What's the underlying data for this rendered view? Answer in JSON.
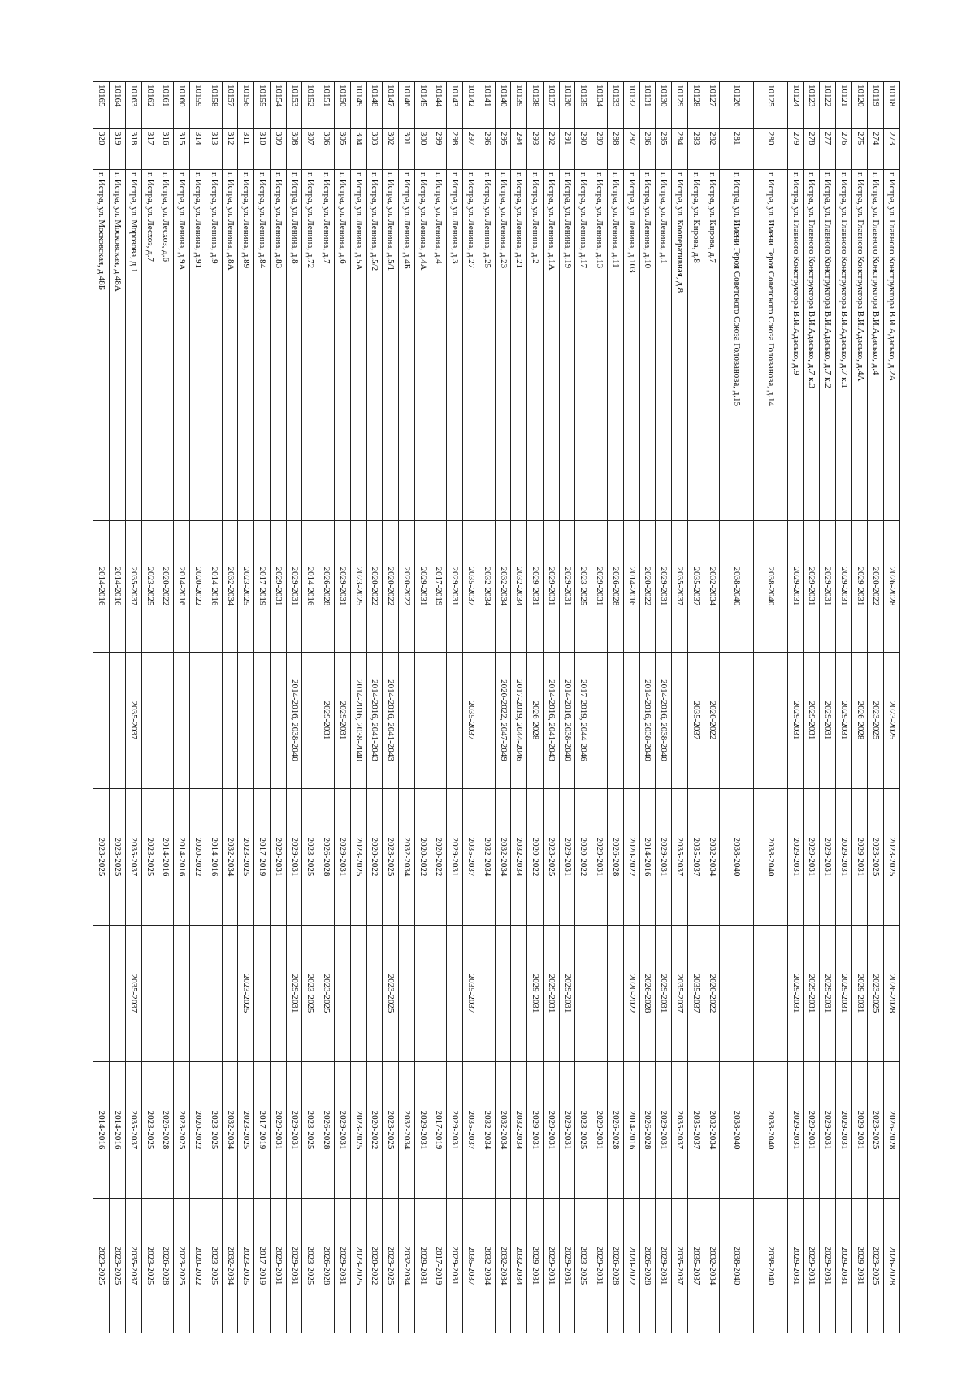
{
  "rows": [
    [
      "10118",
      "273",
      "г. Истра, ул. Главного Конструктора В.И.Адасько, д.2А",
      "2026-2028",
      "2023-2025",
      "2023-2025",
      "2026-2028",
      "2026-2028",
      "2026-2028"
    ],
    [
      "10119",
      "274",
      "г. Истра, ул. Главного Конструктора В.И.Адасько, д.4",
      "2020-2022",
      "2023-2025",
      "2023-2025",
      "2023-2025",
      "2023-2025",
      "2023-2025"
    ],
    [
      "10120",
      "275",
      "г. Истра, ул. Главного Конструктора В.И.Адасько, д.4А",
      "2029-2031",
      "2026-2028",
      "2029-2031",
      "2029-2031",
      "2029-2031",
      "2029-2031"
    ],
    [
      "10121",
      "276",
      "г. Истра, ул. Главного Конструктора В.И.Адасько, д.7 к.1",
      "2029-2031",
      "2029-2031",
      "2029-2031",
      "2029-2031",
      "2029-2031",
      "2029-2031"
    ],
    [
      "10122",
      "277",
      "г. Истра, ул. Главного Конструктора В.И.Адасько, д.7 к.2",
      "2029-2031",
      "2029-2031",
      "2029-2031",
      "2029-2031",
      "2029-2031",
      "2029-2031"
    ],
    [
      "10123",
      "278",
      "г. Истра, ул. Главного Конструктора В.И.Адасько, д.7 к.3",
      "2029-2031",
      "2029-2031",
      "2029-2031",
      "2029-2031",
      "2029-2031",
      "2029-2031"
    ],
    [
      "10124",
      "279",
      "г. Истра, ул. Главного Конструктора В.И.Адасько, д.9",
      "2029-2031",
      "2029-2031",
      "2029-2031",
      "2029-2031",
      "2029-2031",
      "2029-2031"
    ],
    [
      "10125",
      "280",
      "г. Истра, ул. Имени Героя Советского Союза Голованова, д.14",
      "2038-2040",
      "",
      "2038-2040",
      "",
      "2038-2040",
      "2038-2040"
    ],
    [
      "10126",
      "281",
      "г. Истра, ул. Имени Героя Советского Союза Голованова, д.15",
      "2038-2040",
      "",
      "2038-2040",
      "",
      "2038-2040",
      "2038-2040"
    ],
    [
      "10127",
      "282",
      "г. Истра, ул. Кирова, д.7",
      "2032-2034",
      "2020-2022",
      "2032-2034",
      "2020-2022",
      "2032-2034",
      "2032-2034"
    ],
    [
      "10128",
      "283",
      "г. Истра, ул. Кирова, д.8",
      "2035-2037",
      "2035-2037",
      "2035-2037",
      "2035-2037",
      "2035-2037",
      "2035-2037"
    ],
    [
      "10129",
      "284",
      "г. Истра, ул. Кооперативная, д.8",
      "2035-2037",
      "",
      "2035-2037",
      "2035-2037",
      "2035-2037",
      "2035-2037"
    ],
    [
      "10130",
      "285",
      "г. Истра, ул. Ленина, д.1",
      "2029-2031",
      "2014-2016, 2038-2040",
      "2029-2031",
      "2029-2031",
      "2029-2031",
      "2029-2031"
    ],
    [
      "10131",
      "286",
      "г. Истра, ул. Ленина, д.10",
      "2020-2022",
      "2014-2016, 2038-2040",
      "2014-2016",
      "2026-2028",
      "2026-2028",
      "2026-2028"
    ],
    [
      "10132",
      "287",
      "г. Истра, ул. Ленина, д.103",
      "2014-2016",
      "",
      "2020-2022",
      "2020-2022",
      "2014-2016",
      "2020-2022"
    ],
    [
      "10133",
      "288",
      "г. Истра, ул. Ленина, д.11",
      "2026-2028",
      "",
      "2026-2028",
      "",
      "2026-2028",
      "2026-2028"
    ],
    [
      "10134",
      "289",
      "г. Истра, ул. Ленина, д.13",
      "2029-2031",
      "",
      "2029-2031",
      "",
      "2029-2031",
      "2029-2031"
    ],
    [
      "10135",
      "290",
      "г. Истра, ул. Ленина, д.17",
      "2023-2025",
      "2017-2019, 2044-2046",
      "2020-2022",
      "",
      "2023-2025",
      "2023-2025"
    ],
    [
      "10136",
      "291",
      "г. Истра, ул. Ленина, д.19",
      "2029-2031",
      "2014-2016, 2038-2040",
      "2029-2031",
      "2029-2031",
      "2029-2031",
      "2029-2031"
    ],
    [
      "10137",
      "292",
      "г. Истра, ул. Ленина, д.1А",
      "2029-2031",
      "2014-2016, 2041-2043",
      "2023-2025",
      "2029-2031",
      "2029-2031",
      "2029-2031"
    ],
    [
      "10138",
      "293",
      "г. Истра, ул. Ленина, д.2",
      "2029-2031",
      "2026-2028",
      "2020-2022",
      "2029-2031",
      "2029-2031",
      "2029-2031"
    ],
    [
      "10139",
      "294",
      "г. Истра, ул. Ленина, д.21",
      "2032-2034",
      "2017-2019, 2044-2046",
      "2032-2034",
      "",
      "2032-2034",
      "2032-2034"
    ],
    [
      "10140",
      "295",
      "г. Истра, ул. Ленина, д.23",
      "2032-2034",
      "2020-2022, 2047-2049",
      "2032-2034",
      "",
      "2032-2034",
      "2032-2034"
    ],
    [
      "10141",
      "296",
      "г. Истра, ул. Ленина, д.25",
      "2032-2034",
      "",
      "2032-2034",
      "",
      "2032-2034",
      "2032-2034"
    ],
    [
      "10142",
      "297",
      "г. Истра, ул. Ленина, д.27",
      "2035-2037",
      "2035-2037",
      "2035-2037",
      "2035-2037",
      "2035-2037",
      "2035-2037"
    ],
    [
      "10143",
      "298",
      "г. Истра, ул. Ленина, д.3",
      "2029-2031",
      "",
      "2029-2031",
      "",
      "2029-2031",
      "2029-2031"
    ],
    [
      "10144",
      "299",
      "г. Истра, ул. Ленина, д.4",
      "2017-2019",
      "",
      "2020-2022",
      "",
      "2017-2019",
      "2017-2019"
    ],
    [
      "10145",
      "300",
      "г. Истра, ул. Ленина, д.4А",
      "2029-2031",
      "",
      "2020-2022",
      "",
      "2029-2031",
      "2029-2031"
    ],
    [
      "10146",
      "301",
      "г. Истра, ул. Ленина, д.4Б",
      "2020-2022",
      "",
      "2032-2034",
      "",
      "2032-2034",
      "2032-2034"
    ],
    [
      "10147",
      "302",
      "г. Истра, ул. Ленина, д.5/1",
      "2020-2022",
      "2014-2016, 2041-2043",
      "2023-2025",
      "2023-2025",
      "2023-2025",
      "2023-2025"
    ],
    [
      "10148",
      "303",
      "г. Истра, ул. Ленина, д.5/2",
      "2020-2022",
      "2014-2016, 2041-2043",
      "2020-2022",
      "",
      "2020-2022",
      "2020-2022"
    ],
    [
      "10149",
      "304",
      "г. Истра, ул. Ленина, д.5А",
      "2023-2025",
      "2014-2016, 2038-2040",
      "2023-2025",
      "",
      "2023-2025",
      "2023-2025"
    ],
    [
      "10150",
      "305",
      "г. Истра, ул. Ленина, д.6",
      "2029-2031",
      "2029-2031",
      "2029-2031",
      "",
      "2029-2031",
      "2029-2031"
    ],
    [
      "10151",
      "306",
      "г. Истра, ул. Ленина, д.7",
      "2026-2028",
      "2029-2031",
      "2026-2028",
      "2023-2025",
      "2026-2028",
      "2026-2028"
    ],
    [
      "10152",
      "307",
      "г. Истра, ул. Ленина, д.72",
      "2014-2016",
      "",
      "2023-2025",
      "2023-2025",
      "2023-2025",
      "2023-2025"
    ],
    [
      "10153",
      "308",
      "г. Истра, ул. Ленина, д.8",
      "2029-2031",
      "2014-2016, 2038-2040",
      "2029-2031",
      "2029-2031",
      "2029-2031",
      "2029-2031"
    ],
    [
      "10154",
      "309",
      "г. Истра, ул. Ленина, д.83",
      "2029-2031",
      "",
      "2029-2031",
      "",
      "2029-2031",
      "2029-2031"
    ],
    [
      "10155",
      "310",
      "г. Истра, ул. Ленина, д.84",
      "2017-2019",
      "",
      "2017-2019",
      "",
      "2017-2019",
      "2017-2019"
    ],
    [
      "10156",
      "311",
      "г. Истра, ул. Ленина, д.89",
      "2023-2025",
      "",
      "2023-2025",
      "2023-2025",
      "2023-2025",
      "2023-2025"
    ],
    [
      "10157",
      "312",
      "г. Истра, ул. Ленина, д.8А",
      "2032-2034",
      "",
      "2032-2034",
      "",
      "2032-2034",
      "2032-2034"
    ],
    [
      "10158",
      "313",
      "г. Истра, ул. Ленина, д.9",
      "2014-2016",
      "",
      "2014-2016",
      "",
      "2023-2025",
      "2023-2025"
    ],
    [
      "10159",
      "314",
      "г. Истра, ул. Ленина, д.91",
      "2020-2022",
      "",
      "2020-2022",
      "",
      "2020-2022",
      "2020-2022"
    ],
    [
      "10160",
      "315",
      "г. Истра, ул. Ленина, д.9А",
      "2014-2016",
      "",
      "2014-2016",
      "",
      "2023-2025",
      "2023-2025"
    ],
    [
      "10161",
      "316",
      "г. Истра, ул. Лесхоз, д.6",
      "2020-2022",
      "",
      "2014-2016",
      "",
      "2026-2028",
      "2026-2028"
    ],
    [
      "10162",
      "317",
      "г. Истра, ул. Лесхоз, д.7",
      "2023-2025",
      "",
      "2023-2025",
      "",
      "2023-2025",
      "2023-2025"
    ],
    [
      "10163",
      "318",
      "г. Истра, ул. Морозова, д.1",
      "2035-2037",
      "2035-2037",
      "2035-2037",
      "2035-2037",
      "2035-2037",
      "2035-2037"
    ],
    [
      "10164",
      "319",
      "г. Истра, ул. Московская, д.48А",
      "2014-2016",
      "",
      "2023-2025",
      "",
      "2014-2016",
      "2023-2025"
    ],
    [
      "10165",
      "320",
      "г. Истра, ул. Московская, д.48Б",
      "2014-2016",
      "",
      "2023-2025",
      "",
      "2014-2016",
      "2023-2025"
    ]
  ]
}
